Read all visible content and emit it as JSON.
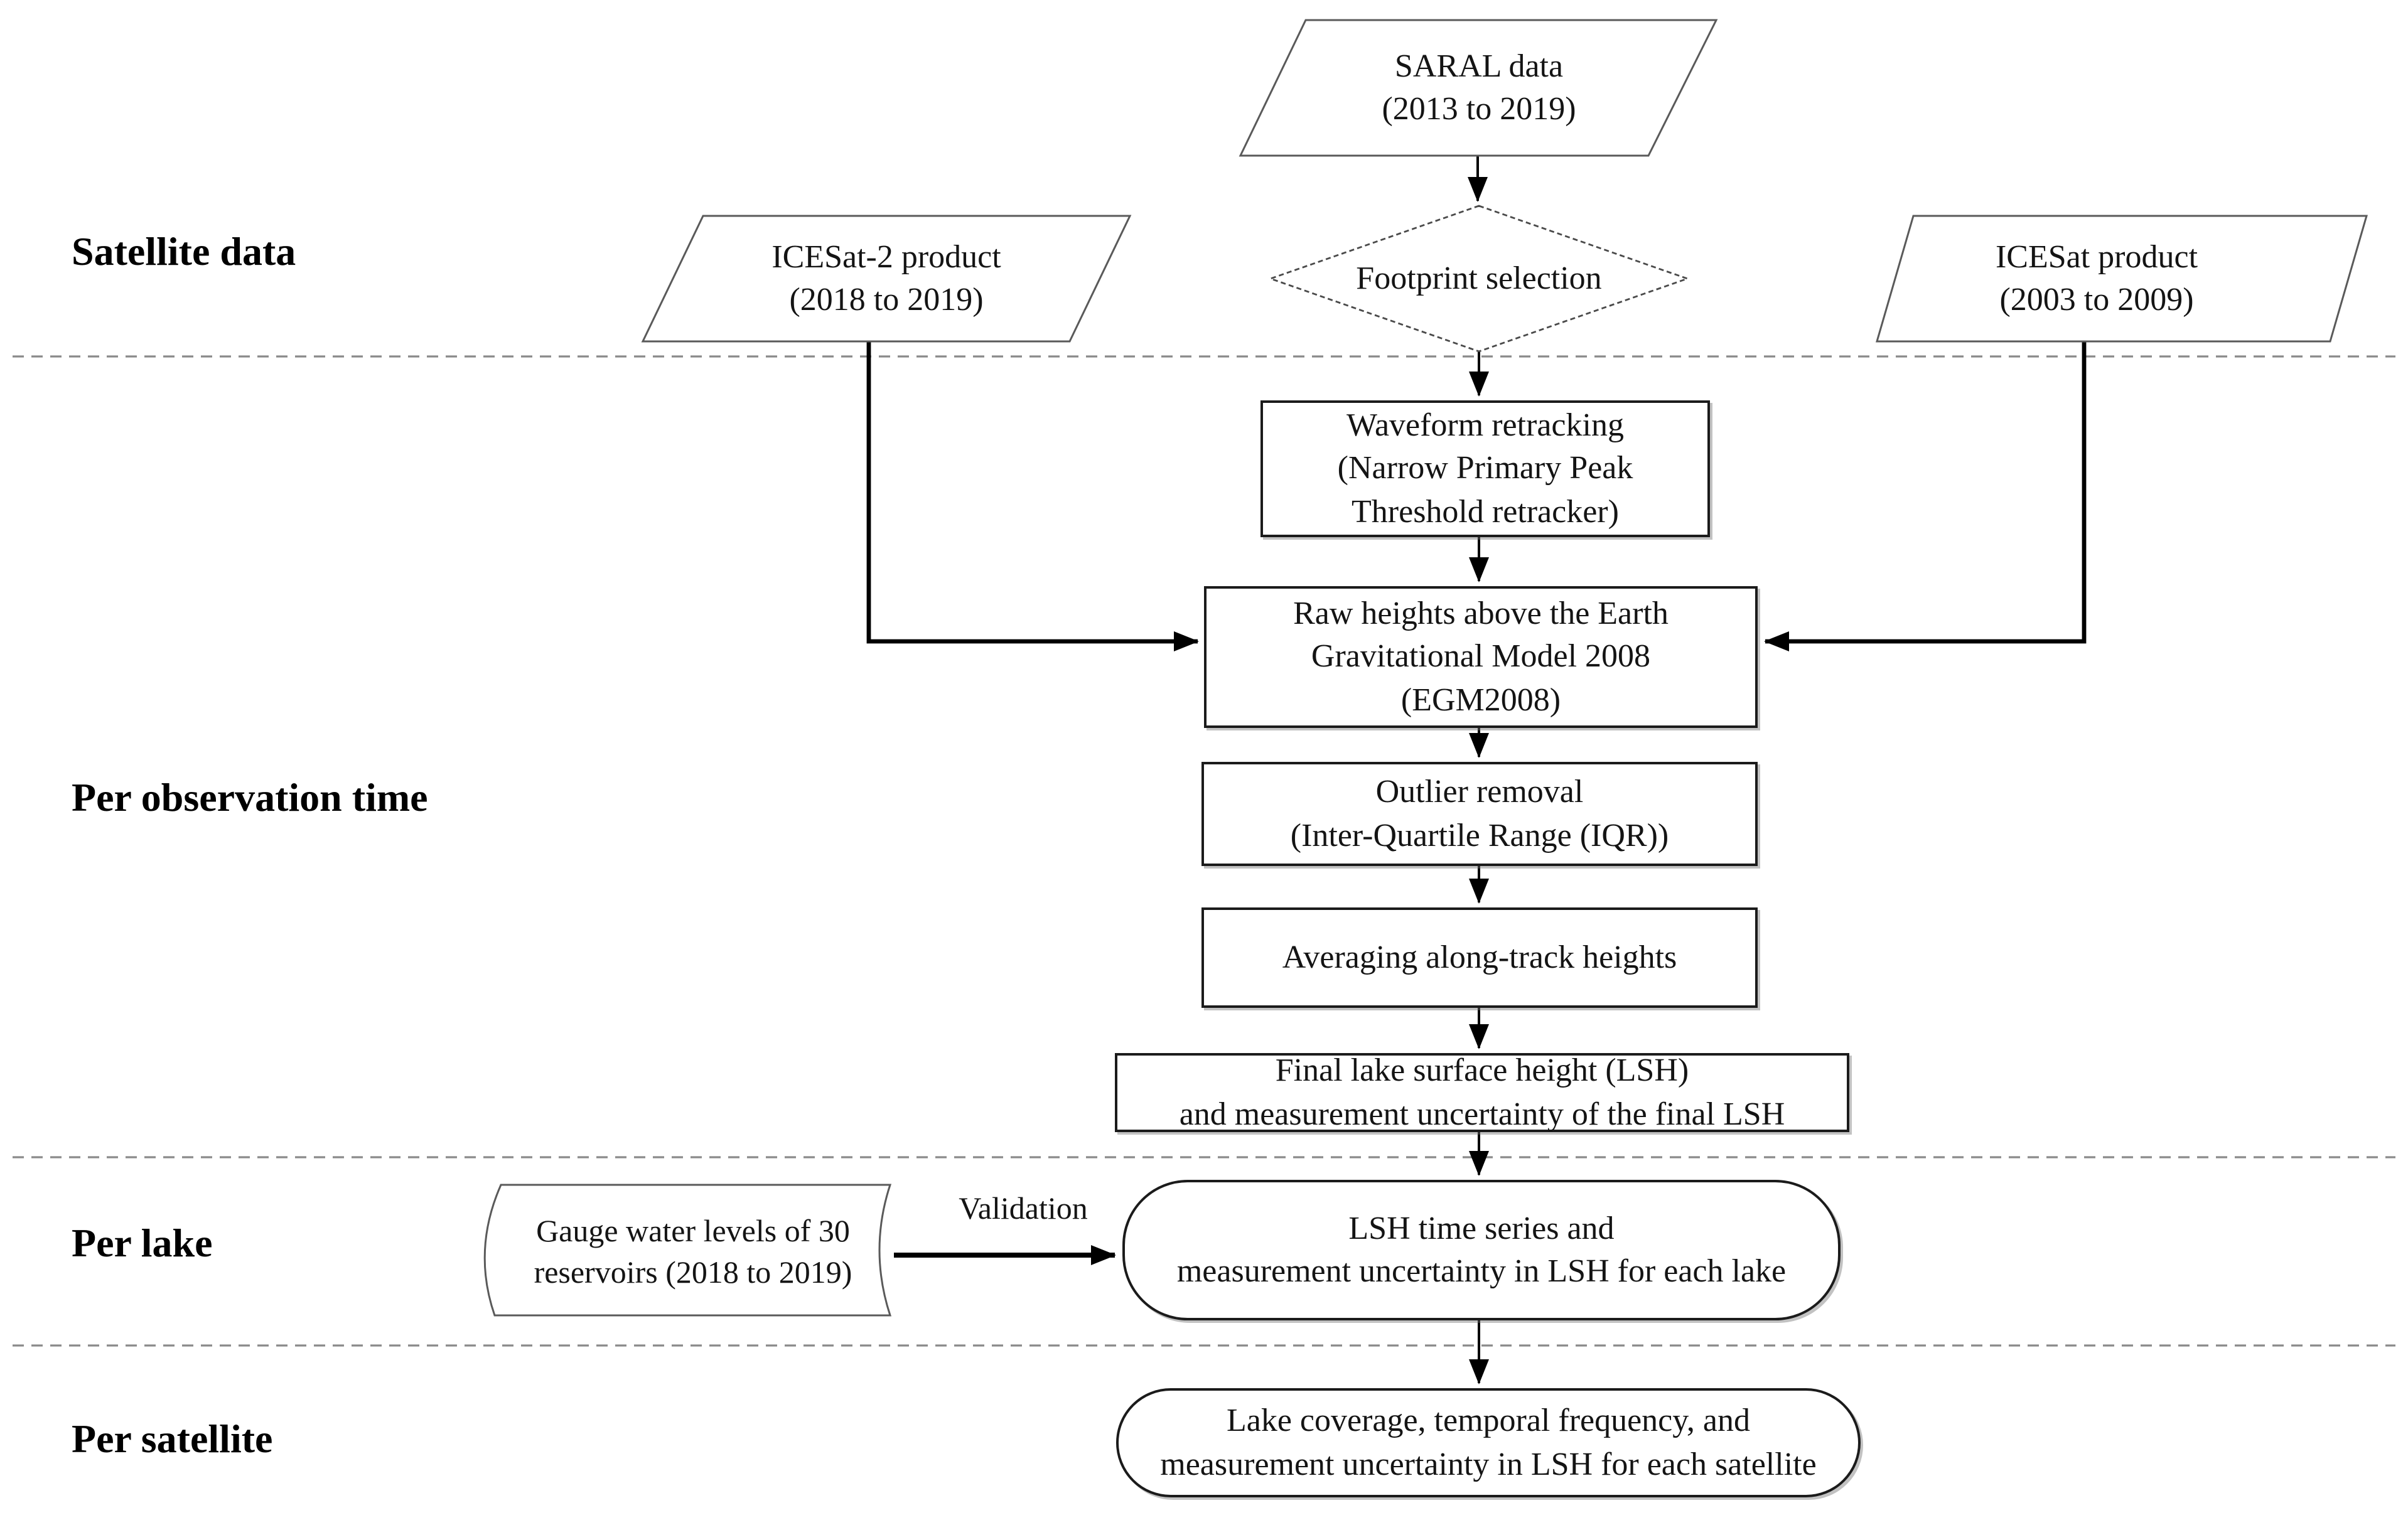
{
  "sections": {
    "satellite_data": "Satellite data",
    "per_observation_time": "Per observation time",
    "per_lake": "Per lake",
    "per_satellite": "Per satellite"
  },
  "nodes": {
    "saral": "SARAL data\n(2013 to 2019)",
    "footprint": "Footprint selection",
    "icesat2": "ICESat-2 product\n(2018 to 2019)",
    "icesat": "ICESat product\n(2003 to 2009)",
    "waveform": "Waveform retracking\n(Narrow Primary Peak\nThreshold retracker)",
    "raw_heights": "Raw heights above the Earth\nGravitational Model 2008\n(EGM2008)",
    "outlier": "Outlier removal\n(Inter-Quartile Range (IQR))",
    "averaging": "Averaging along-track heights",
    "final_lsh": "Final lake surface height (LSH)\nand measurement uncertainty of the final LSH",
    "gauge": "Gauge water levels of 30\nreservoirs (2018 to 2019)",
    "lsh_series": "LSH time series and\nmeasurement uncertainty in LSH for each lake",
    "lake_coverage": "Lake coverage, temporal frequency, and\nmeasurement uncertainty in LSH for each satellite"
  },
  "labels": {
    "validation": "Validation"
  },
  "colors": {
    "background": "#ffffff",
    "connector": "#000000",
    "shape_border": "#5a5a5a",
    "box_border": "#1b1b1b",
    "divider": "#8a8a8a",
    "text": "#141414"
  }
}
